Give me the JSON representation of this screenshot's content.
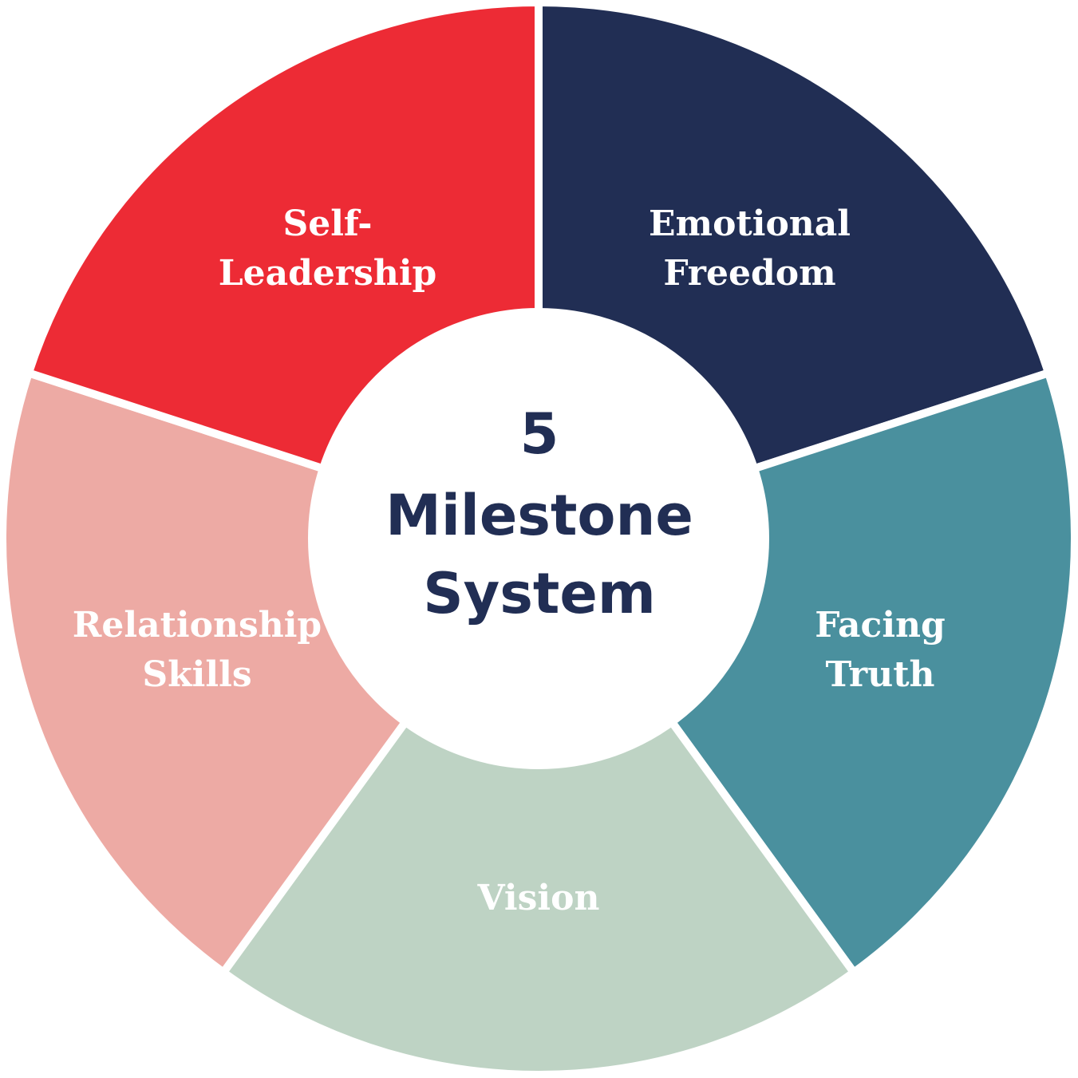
{
  "colors": {
    "divider": "#ffffff",
    "center_fill": "#ffffff",
    "center_text": "#212e54"
  },
  "center": {
    "line1": "5",
    "line2": "Milestone",
    "line3": "System"
  },
  "segments": [
    {
      "id": "emotional-freedom",
      "label_lines": [
        "Emotional",
        "Freedom"
      ],
      "color": "#212e54"
    },
    {
      "id": "facing-truth",
      "label_lines": [
        "Facing",
        "Truth"
      ],
      "color": "#4a909e"
    },
    {
      "id": "vision",
      "label_lines": [
        "Vision"
      ],
      "color": "#bed3c4"
    },
    {
      "id": "relationship-skills",
      "label_lines": [
        "Relationship",
        "Skills"
      ],
      "color": "#edaaa4"
    },
    {
      "id": "self-leadership",
      "label_lines": [
        "Self-",
        "Leadership"
      ],
      "color": "#ed2b35"
    }
  ]
}
